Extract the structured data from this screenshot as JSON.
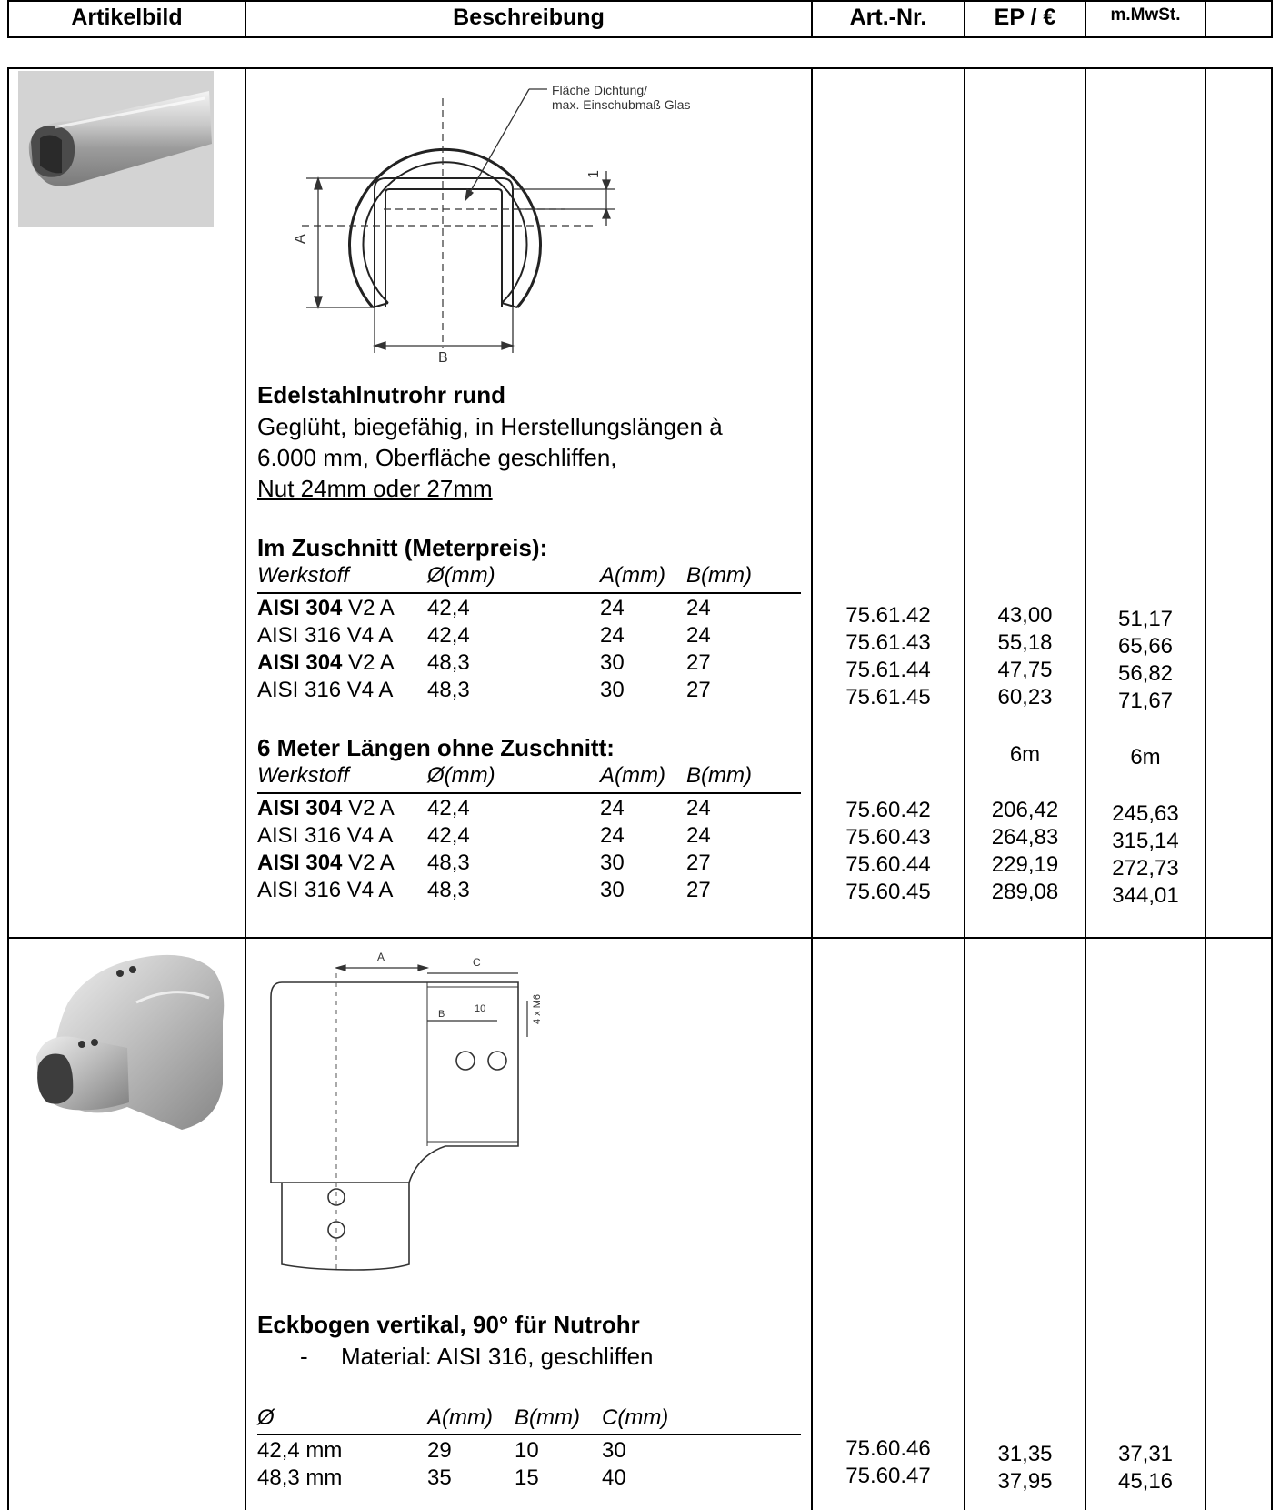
{
  "header": {
    "col1": "Artikelbild",
    "col2": "Beschreibung",
    "col3": "Art.-Nr.",
    "col4": "EP / €",
    "col5": "m.MwSt.",
    "col6": ""
  },
  "product1": {
    "drawing_labels": {
      "note_line1": "Fläche Dichtung/",
      "note_line2": "max. Einschubmaß Glas",
      "dim_a": "A",
      "dim_b": "B",
      "dim_1": "1"
    },
    "title": "Edelstahlnutrohr rund",
    "desc_line1": "Geglüht, biegefähig, in Herstellungslängen à",
    "desc_line2": "6.000 mm, Oberfläche geschliffen,",
    "desc_line3": "Nut 24mm oder 27mm",
    "section1": {
      "heading": "Im Zuschnitt (Meterpreis):",
      "col_headers": [
        "Werkstoff",
        "Ø(mm)",
        "A(mm)",
        "B(mm)"
      ],
      "unit_row": {
        "ep": "",
        "mwst": ""
      },
      "rows": [
        {
          "mat_bold": "AISI 304",
          "mat_rest": " V2 A",
          "d": "42,4",
          "a": "24",
          "b": "24",
          "art": "75.61.42",
          "ep": "43,00",
          "mwst": "51,17"
        },
        {
          "mat_bold": "",
          "mat_rest": "AISI 316 V4 A",
          "d": "42,4",
          "a": "24",
          "b": "24",
          "art": "75.61.43",
          "ep": "55,18",
          "mwst": "65,66"
        },
        {
          "mat_bold": "AISI 304",
          "mat_rest": " V2 A",
          "d": "48,3",
          "a": "30",
          "b": "27",
          "art": "75.61.44",
          "ep": "47,75",
          "mwst": "56,82"
        },
        {
          "mat_bold": "",
          "mat_rest": "AISI 316  V4 A",
          "d": "48,3",
          "a": "30",
          "b": "27",
          "art": "75.61.45",
          "ep": "60,23",
          "mwst": "71,67"
        }
      ]
    },
    "section2": {
      "heading": "6 Meter Längen ohne Zuschnitt:",
      "col_headers": [
        "Werkstoff",
        "Ø(mm)",
        "A(mm)",
        "B(mm)"
      ],
      "unit_ep": "6m",
      "unit_mwst": "6m",
      "rows": [
        {
          "mat_bold": "AISI 304",
          "mat_rest": " V2 A",
          "d": "42,4",
          "a": "24",
          "b": "24",
          "art": "75.60.42",
          "ep": "206,42",
          "mwst": "245,63"
        },
        {
          "mat_bold": "",
          "mat_rest": "AISI 316 V4 A",
          "d": "42,4",
          "a": "24",
          "b": "24",
          "art": "75.60.43",
          "ep": "264,83",
          "mwst": "315,14"
        },
        {
          "mat_bold": "AISI 304",
          "mat_rest": " V2 A",
          "d": "48,3",
          "a": "30",
          "b": "27",
          "art": "75.60.44",
          "ep": "229,19",
          "mwst": "272,73"
        },
        {
          "mat_bold": "",
          "mat_rest": "AISI 316  V4 A",
          "d": "48,3",
          "a": "30",
          "b": "27",
          "art": "75.60.45",
          "ep": "289,08",
          "mwst": "344,01"
        }
      ]
    }
  },
  "product2": {
    "drawing_labels": {
      "dim_a": "A",
      "dim_c": "C",
      "dim_b": "B",
      "dim_10": "10",
      "dim_m6": "4 x M6"
    },
    "title": "Eckbogen vertikal, 90° für Nutrohr",
    "bullet_dash": "-",
    "bullet_text": "Material: AISI 316, geschliffen",
    "col_headers": [
      "Ø",
      "A(mm)",
      "B(mm)",
      "C(mm)"
    ],
    "rows": [
      {
        "d": "42,4 mm",
        "a": "29",
        "b": "10",
        "c": "30",
        "art": "75.60.46",
        "ep": "31,35",
        "mwst": "37,31"
      },
      {
        "d": "48,3 mm",
        "a": "35",
        "b": "15",
        "c": "40",
        "art": "75.60.47",
        "ep": "37,95",
        "mwst": "45,16"
      }
    ]
  }
}
